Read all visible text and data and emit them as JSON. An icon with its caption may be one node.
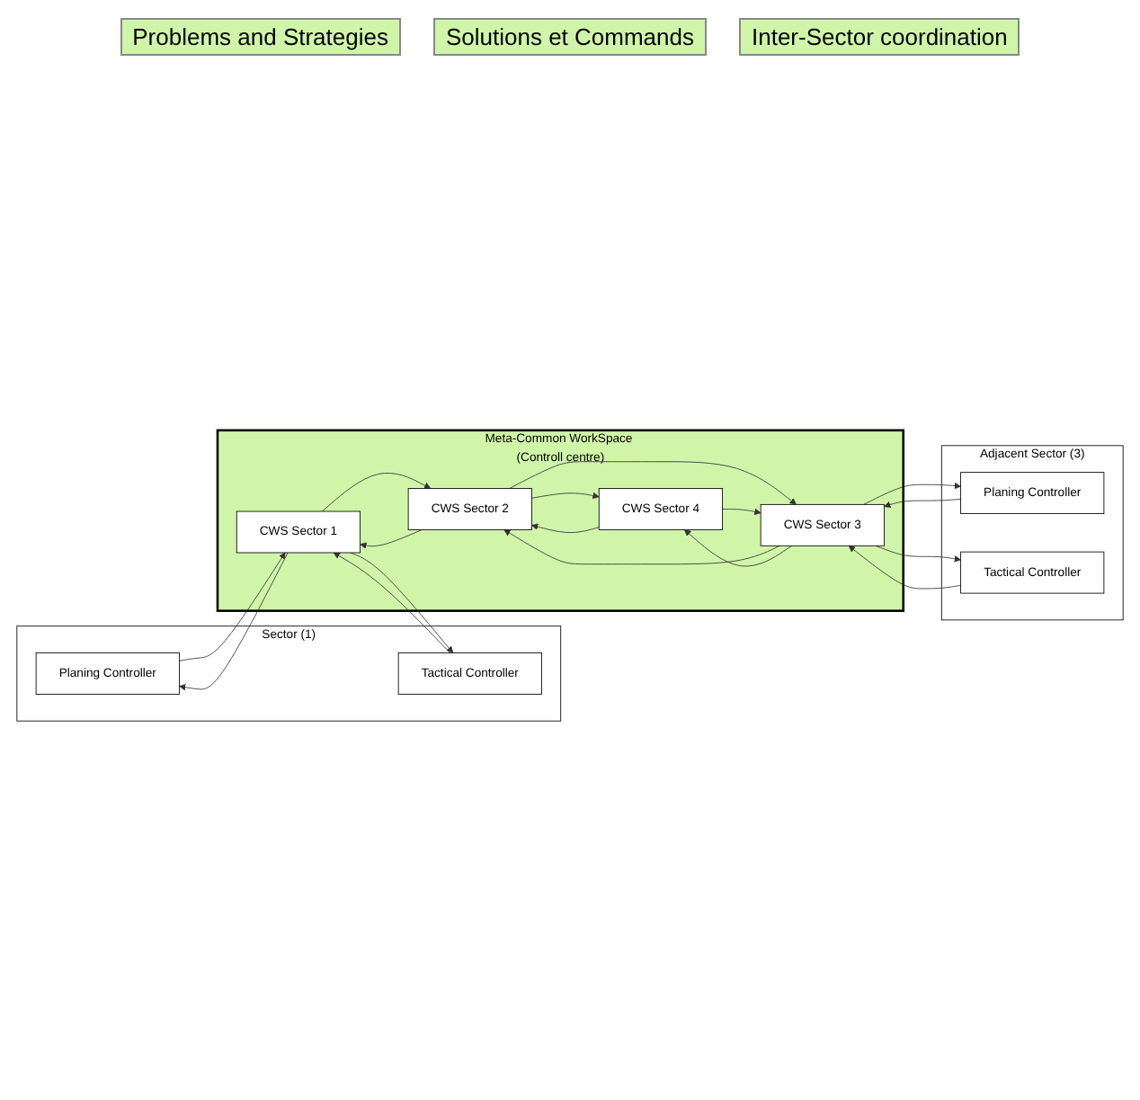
{
  "diagram": {
    "nodes": [
      {
        "text": [
          "Sector (1)"
        ]
      },
      {
        "text": [
          "Planing Controller"
        ],
        "in": 0
      },
      {
        "text": [
          "Tactical Controller"
        ],
        "in": 0
      },
      {
        "text": [
          "Adjacent Sector (3)"
        ]
      },
      {
        "text": [
          "Planing Controller"
        ],
        "in": 3
      },
      {
        "text": [
          "Tactical Controller"
        ],
        "in": 3
      },
      {
        "text": [
          "Meta-Common WorkSpace (Controll centre)"
        ]
      },
      {
        "text": [
          "CWS Sector 1"
        ],
        "in": 6
      },
      {
        "text": [
          "CWS Sector 2"
        ],
        "in": 6
      },
      {
        "text": [
          "CWS Sector 3"
        ],
        "in": 6
      },
      {
        "text": [
          "CWS Sector 4"
        ],
        "in": 6
      }
    ],
    "edges": [
      {
        "from": 1,
        "to": 7,
        "arrow": "to"
      },
      {
        "from": 7,
        "to": 1,
        "arrow": "to"
      },
      {
        "from": 2,
        "to": 7,
        "arrow": "to"
      },
      {
        "from": 7,
        "to": 2,
        "arrow": "to"
      },
      {
        "from": 7,
        "to": 8,
        "arrow": "to"
      },
      {
        "from": 8,
        "to": 7,
        "arrow": "to"
      },
      {
        "from": 8,
        "to": 10,
        "arrow": "to"
      },
      {
        "from": 10,
        "to": 8,
        "arrow": "to"
      },
      {
        "from": 4,
        "to": 9,
        "arrow": "to"
      },
      {
        "from": 9,
        "to": 4,
        "arrow": "to"
      },
      {
        "from": 5,
        "to": 9,
        "arrow": "to"
      },
      {
        "from": 9,
        "to": 5,
        "arrow": "to"
      },
      {
        "from": 8,
        "to": 9,
        "arrow": "to"
      },
      {
        "from": 9,
        "to": 8,
        "arrow": "to"
      },
      {
        "from": 9,
        "to": 10,
        "arrow": "to"
      },
      {
        "from": 10,
        "to": 9,
        "arrow": "to"
      }
    ],
    "labels": [
      "Problems and Strategies",
      "Solutions et Commands",
      "Inter-Sector coordination"
    ]
  }
}
